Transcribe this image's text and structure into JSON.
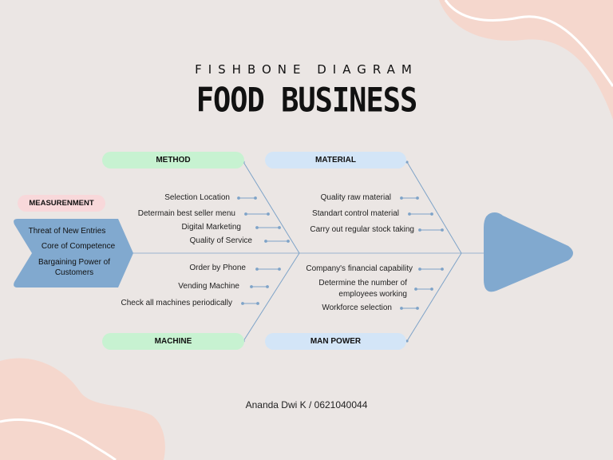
{
  "header": {
    "subtitle": "FISHBONE DIAGRAM",
    "title": "FOOD BUSINESS"
  },
  "categories": {
    "method": {
      "label": "METHOD",
      "items": [
        "Selection Location",
        "Determain best seller menu",
        "Digital Marketing",
        "Quality of Service"
      ]
    },
    "material": {
      "label": "MATERIAL",
      "items": [
        "Quality raw material",
        "Standart control material",
        "Carry out regular stock taking"
      ]
    },
    "machine": {
      "label": "MACHINE",
      "items": [
        "Order by Phone",
        "Vending Machine",
        "Check all machines periodically"
      ]
    },
    "man_power": {
      "label": "MAN POWER",
      "items": [
        "Company's financial capability",
        "Determine the number of employees working",
        "Workforce selection"
      ]
    },
    "measurement": {
      "label": "MEASURENMENT",
      "items": [
        "Threat of New Entries",
        "Core of Competence",
        "Bargaining Power of Customers"
      ]
    }
  },
  "colors": {
    "background": "#ebe6e4",
    "blob": "#f5d7cd",
    "line": "#7ea3c8",
    "fish": "#81a9cf",
    "method_pill": "#c7f2d1",
    "machine_pill": "#c7f2d1",
    "material_pill": "#d3e5f7",
    "manpower_pill": "#d3e5f7",
    "measurement_pill": "#f8d8da"
  },
  "footer": {
    "author": "Ananda Dwi K / 0621040044"
  }
}
